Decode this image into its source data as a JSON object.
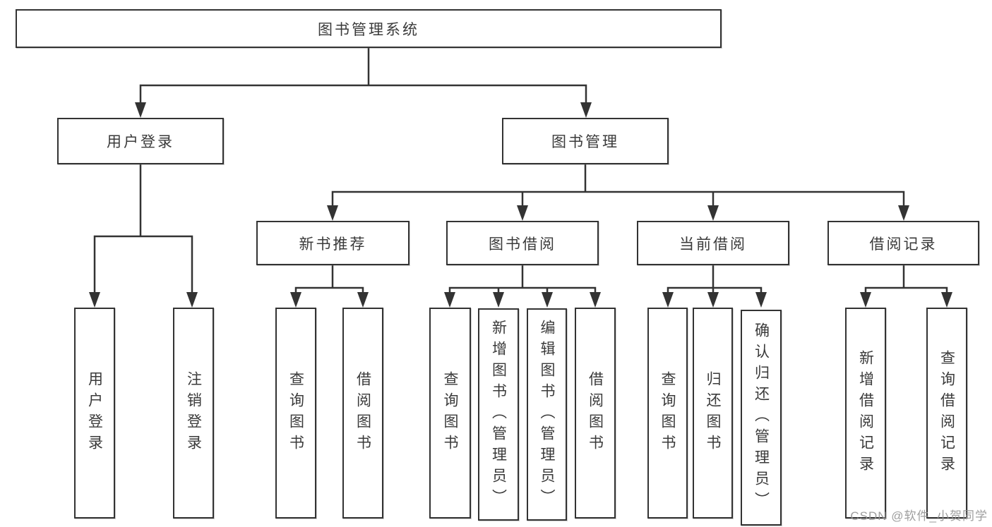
{
  "diagram": {
    "root": {
      "label": "图书管理系统"
    },
    "branches": [
      {
        "label": "用户登录",
        "leaves": [
          {
            "label": "用户登录"
          },
          {
            "label": "注销登录"
          }
        ]
      },
      {
        "label": "图书管理",
        "groups": [
          {
            "label": "新书推荐",
            "leaves": [
              {
                "label": "查询图书"
              },
              {
                "label": "借阅图书"
              }
            ]
          },
          {
            "label": "图书借阅",
            "leaves": [
              {
                "label": "查询图书"
              },
              {
                "label": "新增图书（管理员）"
              },
              {
                "label": "编辑图书（管理员）"
              },
              {
                "label": "借阅图书"
              }
            ]
          },
          {
            "label": "当前借阅",
            "leaves": [
              {
                "label": "查询图书"
              },
              {
                "label": "归还图书"
              },
              {
                "label": "确认归还（管理员）"
              }
            ]
          },
          {
            "label": "借阅记录",
            "leaves": [
              {
                "label": "新增借阅记录"
              },
              {
                "label": "查询借阅记录"
              }
            ]
          }
        ]
      }
    ]
  },
  "watermark": {
    "text": "CSDN @软件_小贺同学",
    "color": "#9e9e9e"
  },
  "colors": {
    "line": "#333333",
    "border": "#333333",
    "text": "#3a3a3a",
    "background": "#ffffff"
  }
}
